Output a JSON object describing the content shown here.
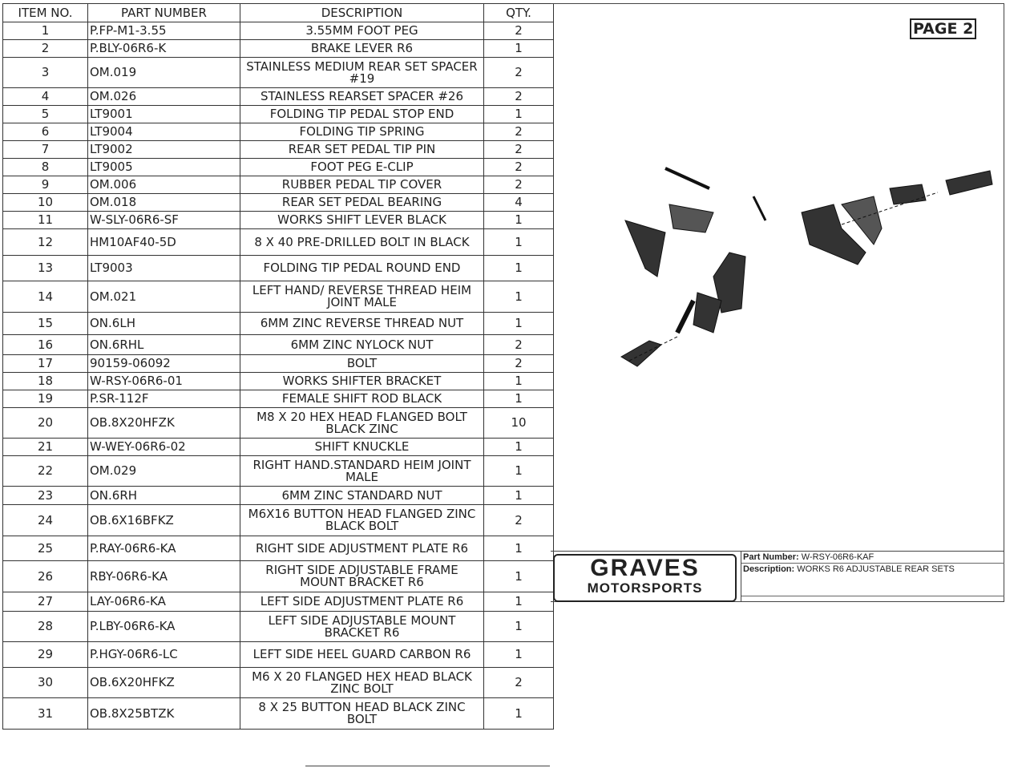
{
  "headers": {
    "item": "ITEM NO.",
    "part": "PART NUMBER",
    "desc": "DESCRIPTION",
    "qty": "QTY."
  },
  "rows": [
    {
      "item": "1",
      "part": "P.FP-M1-3.55",
      "desc": "3.55MM FOOT PEG",
      "qty": "2"
    },
    {
      "item": "2",
      "part": "P.BLY-06R6-K",
      "desc": "BRAKE LEVER R6",
      "qty": "1"
    },
    {
      "item": "3",
      "part": "OM.019",
      "desc": "STAINLESS MEDIUM REAR SET SPACER #19",
      "qty": "2"
    },
    {
      "item": "4",
      "part": "OM.026",
      "desc": "STAINLESS REARSET SPACER #26",
      "qty": "2"
    },
    {
      "item": "5",
      "part": "LT9001",
      "desc": "FOLDING TIP PEDAL STOP END",
      "qty": "1"
    },
    {
      "item": "6",
      "part": "LT9004",
      "desc": "FOLDING TIP SPRING",
      "qty": "2"
    },
    {
      "item": "7",
      "part": "LT9002",
      "desc": "REAR SET PEDAL TIP PIN",
      "qty": "2"
    },
    {
      "item": "8",
      "part": "LT9005",
      "desc": "FOOT PEG E-CLIP",
      "qty": "2"
    },
    {
      "item": "9",
      "part": "OM.006",
      "desc": "RUBBER PEDAL TIP COVER",
      "qty": "2"
    },
    {
      "item": "10",
      "part": "OM.018",
      "desc": "REAR SET PEDAL BEARING",
      "qty": "4"
    },
    {
      "item": "11",
      "part": "W-SLY-06R6-SF",
      "desc": "WORKS SHIFT LEVER BLACK",
      "qty": "1"
    },
    {
      "item": "12",
      "part": "HM10AF40-5D",
      "desc": "8 X 40 PRE-DRILLED BOLT IN BLACK",
      "qty": "1"
    },
    {
      "item": "13",
      "part": "LT9003",
      "desc": "FOLDING TIP PEDAL ROUND END",
      "qty": "1"
    },
    {
      "item": "14",
      "part": "OM.021",
      "desc": "LEFT HAND/ REVERSE THREAD HEIM JOINT MALE",
      "qty": "1"
    },
    {
      "item": "15",
      "part": "ON.6LH",
      "desc": "6MM ZINC REVERSE THREAD NUT",
      "qty": "1"
    },
    {
      "item": "16",
      "part": "ON.6RHL",
      "desc": "6MM ZINC NYLOCK NUT",
      "qty": "2"
    },
    {
      "item": "17",
      "part": "90159-06092",
      "desc": "BOLT",
      "qty": "2"
    },
    {
      "item": "18",
      "part": "W-RSY-06R6-01",
      "desc": "WORKS SHIFTER BRACKET",
      "qty": "1"
    },
    {
      "item": "19",
      "part": "P.SR-112F",
      "desc": "FEMALE SHIFT ROD BLACK",
      "qty": "1"
    },
    {
      "item": "20",
      "part": "OB.8X20HFZK",
      "desc": "M8 X 20 HEX HEAD FLANGED BOLT BLACK ZINC",
      "qty": "10"
    },
    {
      "item": "21",
      "part": "W-WEY-06R6-02",
      "desc": "SHIFT KNUCKLE",
      "qty": "1"
    },
    {
      "item": "22",
      "part": "OM.029",
      "desc": "RIGHT HAND.STANDARD HEIM JOINT MALE",
      "qty": "1"
    },
    {
      "item": "23",
      "part": "ON.6RH",
      "desc": "6MM ZINC STANDARD NUT",
      "qty": "1"
    },
    {
      "item": "24",
      "part": "OB.6X16BFKZ",
      "desc": "M6X16 BUTTON HEAD FLANGED ZINC BLACK BOLT",
      "qty": "2"
    },
    {
      "item": "25",
      "part": "P.RAY-06R6-KA",
      "desc": "RIGHT SIDE ADJUSTMENT PLATE R6",
      "qty": "1"
    },
    {
      "item": "26",
      "part": "RBY-06R6-KA",
      "desc": "RIGHT SIDE ADJUSTABLE FRAME MOUNT BRACKET R6",
      "qty": "1"
    },
    {
      "item": "27",
      "part": "LAY-06R6-KA",
      "desc": "LEFT SIDE ADJUSTMENT PLATE R6",
      "qty": "1"
    },
    {
      "item": "28",
      "part": "P.LBY-06R6-KA",
      "desc": "LEFT SIDE ADJUSTABLE MOUNT BRACKET R6",
      "qty": "1"
    },
    {
      "item": "29",
      "part": "P.HGY-06R6-LC",
      "desc": "LEFT SIDE HEEL GUARD CARBON R6",
      "qty": "1"
    },
    {
      "item": "30",
      "part": "OB.6X20HFKZ",
      "desc": "M6 X 20 FLANGED HEX HEAD BLACK ZINC BOLT",
      "qty": "2"
    },
    {
      "item": "31",
      "part": "OB.8X25BTZK",
      "desc": "8 X 25 BUTTON HEAD BLACK ZINC BOLT",
      "qty": "1"
    }
  ],
  "page_label": "PAGE 2",
  "logo": {
    "line1": "GRAVES",
    "line2": "MOTORSPORTS"
  },
  "title_block": {
    "part_number_label": "Part Number:",
    "part_number": "W-RSY-06R6-KAF",
    "description_label": "Description:",
    "description": "WORKS R6 ADJUSTABLE REAR SETS"
  }
}
